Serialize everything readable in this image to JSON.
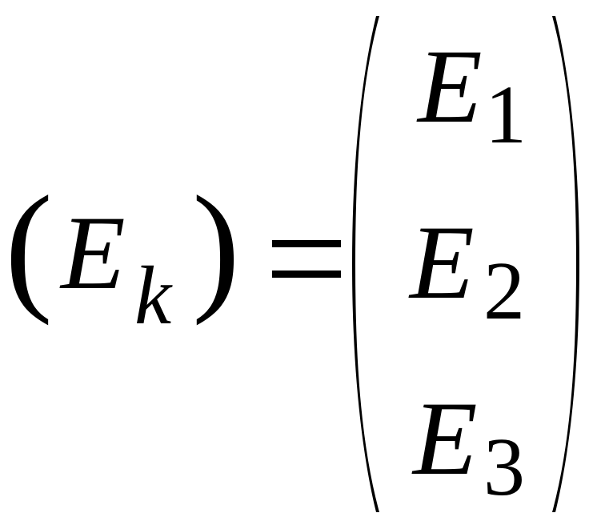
{
  "equation": {
    "lhs": {
      "open_paren": "(",
      "symbol": "E",
      "subscript": "k",
      "close_paren": ")"
    },
    "relation": "=",
    "rhs": {
      "entries": [
        {
          "symbol": "E",
          "subscript": "1"
        },
        {
          "symbol": "E",
          "subscript": "2"
        },
        {
          "symbol": "E",
          "subscript": "3"
        }
      ]
    }
  }
}
